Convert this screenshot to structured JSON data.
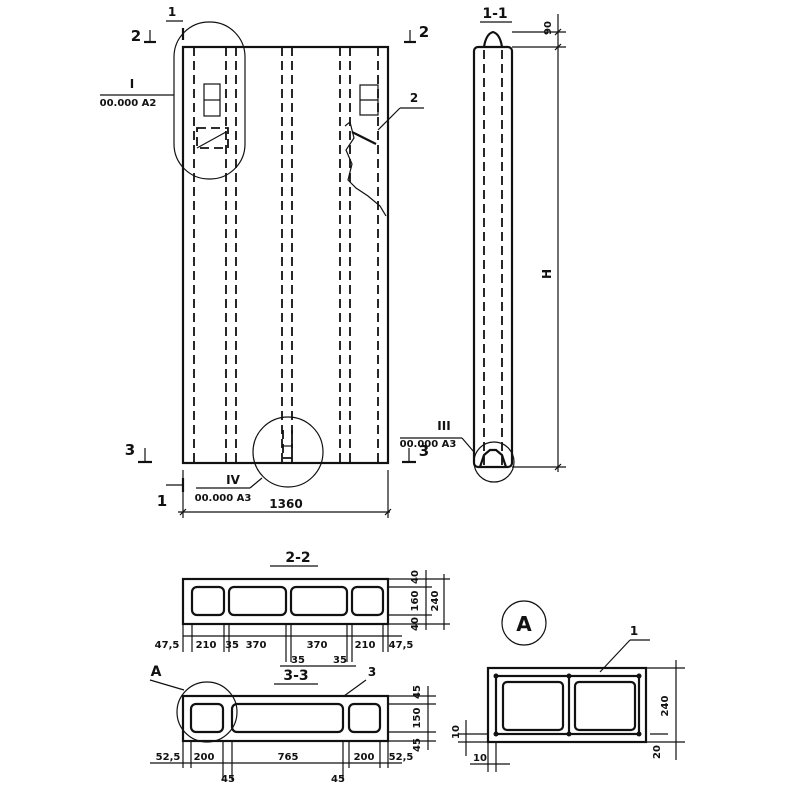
{
  "elevation": {
    "width_dim": "1360",
    "callout_I": {
      "numeral": "I",
      "ref": "00.000 A2"
    },
    "callout_IV": {
      "numeral": "IV",
      "ref": "00.000 A3"
    },
    "cut_1": "1",
    "cut_2": "2",
    "cut_3": "3",
    "item_2": "2"
  },
  "section_1_1": {
    "title": "1-1",
    "top_dim": "90",
    "height_dim": "H",
    "callout_III": {
      "numeral": "III",
      "ref": "00.000 A3"
    }
  },
  "section_2_2": {
    "title": "2-2",
    "bottom_dims": [
      "47,5",
      "210",
      "35",
      "370",
      "370",
      "210",
      "47,5"
    ],
    "lower_dims": [
      "35",
      "35"
    ],
    "right_dims": [
      "40",
      "160",
      "40",
      "240"
    ]
  },
  "section_3_3": {
    "title": "3-3",
    "label_A": "A",
    "item_3": "3",
    "bottom_dims": [
      "52,5",
      "200",
      "765",
      "200",
      "52,5"
    ],
    "lower_dims": [
      "45",
      "45"
    ],
    "right_dims": [
      "45",
      "150",
      "45"
    ]
  },
  "detail_A": {
    "label": "A",
    "item_1": "1",
    "dims": [
      "240",
      "10",
      "20",
      "10"
    ]
  }
}
